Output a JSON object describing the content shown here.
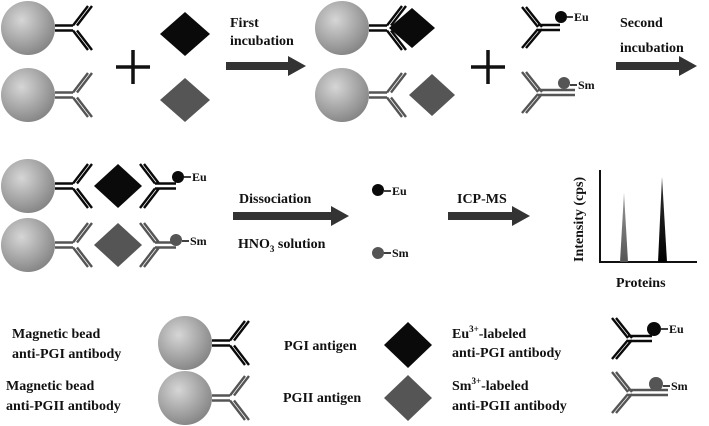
{
  "steps": {
    "first_incubation": [
      "First",
      "incubation"
    ],
    "second_incubation": [
      "Second",
      "incubation"
    ],
    "dissociation": "Dissociation",
    "hno3_prefix": "HNO",
    "hno3_sub": "3",
    "hno3_suffix": " solution",
    "icpms": "ICP-MS"
  },
  "tags": {
    "eu": "Eu",
    "sm": "Sm"
  },
  "chart": {
    "ylabel": "Intensity (cps)",
    "xlabel": "Proteins"
  },
  "legend": {
    "bead_pgi": [
      "Magnetic bead",
      "anti-PGI antibody"
    ],
    "bead_pgii": [
      "Magnetic bead",
      "anti-PGII antibody"
    ],
    "pgi_antigen": "PGI antigen",
    "pgii_antigen": "PGII antigen",
    "eu_label": {
      "ion": "Eu",
      "charge": "3+",
      "suffix": "-labeled",
      "line2": "anti-PGI antibody"
    },
    "sm_label": {
      "ion": "Sm",
      "charge": "3+",
      "suffix": "-labeled",
      "line2": "anti-PGII antibody"
    }
  },
  "colors": {
    "pgi": "#0a0a0a",
    "pgii": "#555555",
    "arrow": "#333333",
    "bead_light": "#cfcfcf",
    "bead_dark": "#7d7d7d",
    "peak_sm": "#6e6e6e",
    "peak_eu": "#000000"
  }
}
